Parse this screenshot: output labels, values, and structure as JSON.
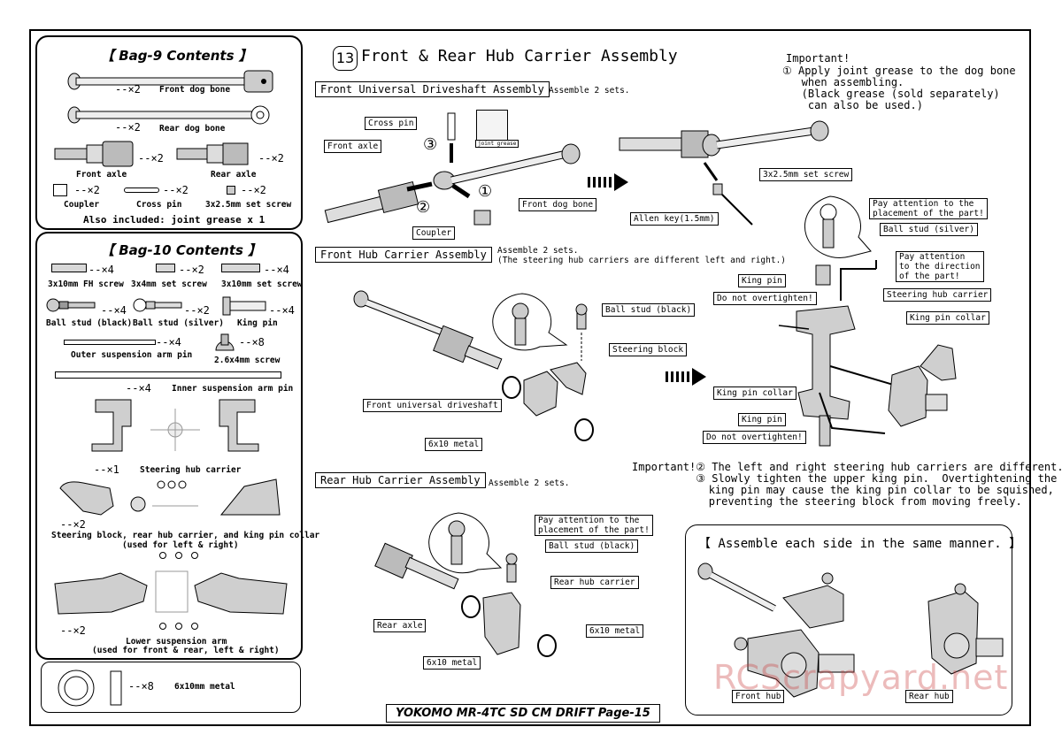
{
  "bag9": {
    "title": "【 Bag-9 Contents 】",
    "front_dog_bone": {
      "qty": "--×2",
      "label": "Front dog bone"
    },
    "rear_dog_bone": {
      "qty": "--×2",
      "label": "Rear dog bone"
    },
    "front_axle": {
      "qty": "--×2",
      "label": "Front axle"
    },
    "rear_axle": {
      "qty": "--×2",
      "label": "Rear axle"
    },
    "coupler": {
      "qty": "--×2",
      "label": "Coupler"
    },
    "cross_pin": {
      "qty": "--×2",
      "label": "Cross pin"
    },
    "set_screw": {
      "qty": "--×2",
      "label": "3x2.5mm set screw"
    },
    "also": "Also included: joint grease x 1"
  },
  "bag10": {
    "title": "【 Bag-10 Contents 】",
    "fh_screw": {
      "qty": "--×4",
      "label": "3x10mm FH screw"
    },
    "set4": {
      "qty": "--×2",
      "label": "3x4mm set screw"
    },
    "set10": {
      "qty": "--×4",
      "label": "3x10mm set screw"
    },
    "ball_black": {
      "qty": "--×4",
      "label": "Ball stud (black)"
    },
    "ball_silver": {
      "qty": "--×2",
      "label": "Ball stud (silver)"
    },
    "king_pin": {
      "qty": "--×4",
      "label": "King pin"
    },
    "outer_pin": {
      "qty": "--×4",
      "label": "Outer suspension arm pin"
    },
    "screw26": {
      "qty": "--×8",
      "label": "2.6x4mm screw"
    },
    "inner_pin": {
      "qty": "--×4",
      "label": "Inner suspension arm pin"
    },
    "steering_carrier": {
      "qty": "--×1",
      "label": "Steering hub carrier"
    },
    "steering_block": {
      "qty": "--×2",
      "label": "Steering block, rear hub carrier, and king pin collar",
      "sub": "(used for left & right)"
    },
    "lower_arm": {
      "qty": "--×2",
      "label": "Lower suspension arm",
      "sub": "(used for front & rear, left & right)"
    },
    "metal": {
      "qty": "--×8",
      "label": "6x10mm metal"
    }
  },
  "step": {
    "number": "13",
    "title": "Front & Rear Hub Carrier Assembly"
  },
  "important1": {
    "heading": "Important!",
    "text": "① Apply joint grease to the dog bone\n   when assembling.\n   (Black grease (sold separately)\n    can also be used.)"
  },
  "section_front_universal": {
    "title": "Front Universal Driveshaft Assembly",
    "note": "Assemble 2 sets.",
    "labels": {
      "cross_pin": "Cross pin",
      "front_axle": "Front axle",
      "coupler": "Coupler",
      "front_dog_bone": "Front dog bone",
      "set_screw": "3x2.5mm set screw",
      "allen_key": "Allen key(1.5mm)",
      "joint_grease": "joint grease"
    },
    "markers": [
      "①",
      "②",
      "③"
    ]
  },
  "section_front_hub": {
    "title": "Front Hub Carrier Assembly",
    "note": "Assemble 2 sets.\n(The steering hub carriers are different left and right.)",
    "labels": {
      "ball_stud_black": "Ball stud (black)",
      "steering_block": "Steering block",
      "front_universal": "Front universal driveshaft",
      "metal": "6x10 metal",
      "pay_attention_placement": "Pay attention to the\nplacement of the part!",
      "ball_stud_silver": "Ball stud (silver)",
      "pay_attention_direction": "Pay attention\nto the direction\nof the part!",
      "king_pin_top": "King pin",
      "do_not_top": "Do not overtighten!",
      "steering_hub_carrier": "Steering hub carrier",
      "king_pin_collar_right": "King pin collar",
      "king_pin_collar_left": "King pin collar",
      "king_pin_bottom": "King pin",
      "do_not_bottom": "Do not overtighten!"
    }
  },
  "important2": {
    "text": "Important!② The left and right steering hub carriers are different.\n          ③ Slowly tighten the upper king pin.  Overtightening the\n            king pin may cause the king pin collar to be squished,\n            preventing the steering block from moving freely."
  },
  "section_rear_hub": {
    "title": "Rear Hub Carrier Assembly",
    "note": "Assemble 2 sets.",
    "labels": {
      "pay_attention": "Pay attention to the\nplacement of the part!",
      "ball_stud_black": "Ball stud (black)",
      "rear_hub_carrier": "Rear hub carrier",
      "rear_axle": "Rear axle",
      "metal_right": "6x10 metal",
      "metal_left": "6x10 metal"
    }
  },
  "same_manner": {
    "title": "【 Assemble each side in the same manner. 】",
    "front_hub": "Front hub",
    "rear_hub": "Rear hub"
  },
  "footer": "YOKOMO MR-4TC SD CM DRIFT   Page-15",
  "watermark": "RCScrapyard.net"
}
